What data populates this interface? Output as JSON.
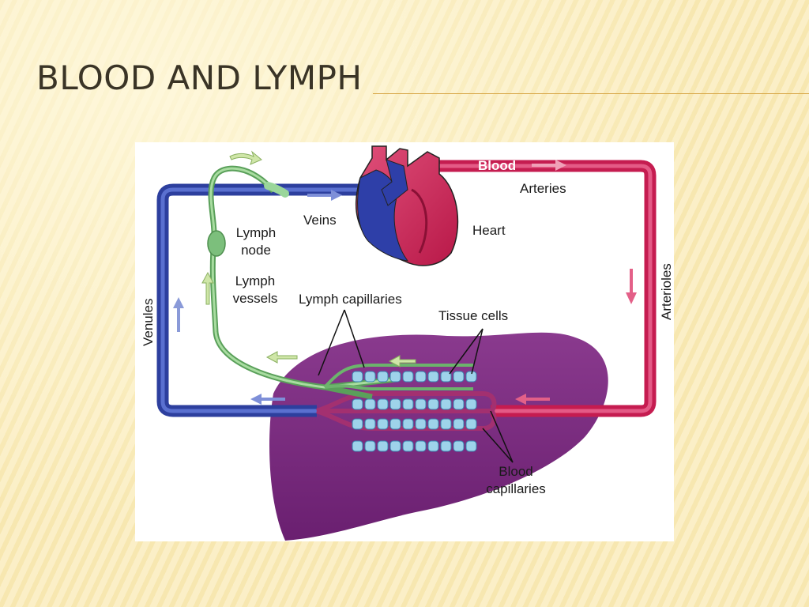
{
  "slide": {
    "title": "BLOOD AND LYMPH"
  },
  "diagram": {
    "labels": {
      "blood": "Blood",
      "arteries": "Arteries",
      "heart": "Heart",
      "veins": "Veins",
      "lymph_node_line1": "Lymph",
      "lymph_node_line2": "node",
      "lymph_vessels_line1": "Lymph",
      "lymph_vessels_line2": "vessels",
      "lymph_capillaries": "Lymph capillaries",
      "tissue_cells": "Tissue cells",
      "venules": "Venules",
      "arterioles": "Arterioles",
      "blood_capillaries_line1": "Blood",
      "blood_capillaries_line2": "capillaries"
    },
    "colors": {
      "vein_blue": "#3a4fb0",
      "artery_red": "#cc2055",
      "lymph_green": "#78b878",
      "organ_purple": "#7a2a7e",
      "cell_blue": "#9ed3ea"
    }
  }
}
